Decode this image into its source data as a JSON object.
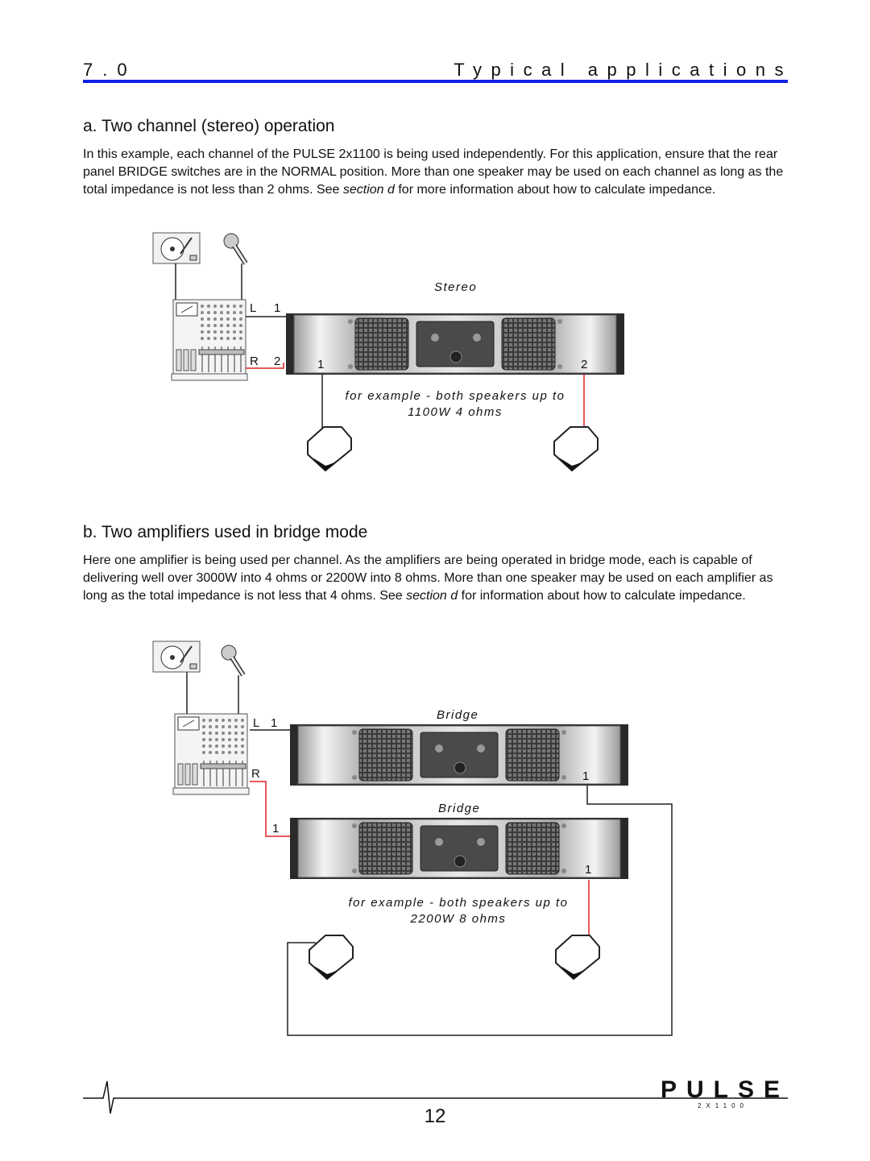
{
  "header": {
    "number": "7.0",
    "title": "Typical applications"
  },
  "section_a": {
    "heading": "a. Two channel (stereo) operation",
    "para_1": "In this example, each channel of the PULSE 2x1100 is being used independently. For this application, ensure that the rear panel BRIDGE switches are in the NORMAL position. More than one speaker may be used on each channel as long as the total impedance is not less than 2 ohms. See ",
    "para_em": "section d",
    "para_2": " for more information about how to calculate impedance.",
    "diagram": {
      "mode_label": "Stereo",
      "input_l": "L",
      "input_l_num": "1",
      "input_r": "R",
      "input_r_num": "2",
      "out_1": "1",
      "out_2": "2",
      "note_line1": "for example - both speakers up to",
      "note_line2": "1100W 4 ohms"
    }
  },
  "section_b": {
    "heading": "b. Two amplifiers used in bridge mode",
    "para_1": "Here one amplifier is being used per channel. As the amplifiers are being operated in bridge mode, each is capable of delivering well over 3000W into 4 ohms or 2200W into 8 ohms. More than one speaker may be used on each amplifier as long as the total impedance is not less that 4 ohms. See ",
    "para_em": "section d",
    "para_2": " for information about how to calculate impedance.",
    "diagram": {
      "mode_label_1": "Bridge",
      "mode_label_2": "Bridge",
      "input_l": "L",
      "input_l_num": "1",
      "input_r": "R",
      "amp2_in": "1",
      "amp1_out": "1",
      "amp2_out": "1",
      "note_line1": "for example - both speakers up to",
      "note_line2": "2200W 8 ohms"
    }
  },
  "footer": {
    "page_number": "12",
    "logo_text": "PULSE",
    "logo_model": "2X1100"
  },
  "colors": {
    "rule": "#1020e0",
    "signal_red": "#e02020",
    "wire": "#222222"
  }
}
